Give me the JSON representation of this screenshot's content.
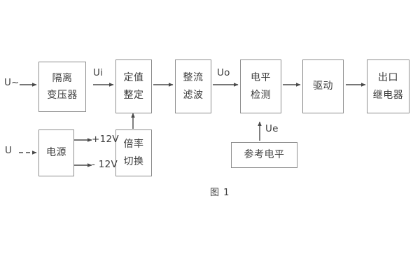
{
  "figure": {
    "caption": "图 1",
    "colors": {
      "background": "#ffffff",
      "box_border": "#8c8c8c",
      "text": "#3c3c3c",
      "wire": "#4a4a4a"
    }
  },
  "blocks": {
    "isolation_transformer": {
      "line1": "隔离",
      "line2": "变压器"
    },
    "setting_value": {
      "line1": "定值",
      "line2": "整定"
    },
    "rectify_filter": {
      "line1": "整流",
      "line2": "滤波"
    },
    "level_detect": {
      "line1": "电平",
      "line2": "检测"
    },
    "drive": {
      "line1": "驱动"
    },
    "output_relay": {
      "line1": "出口",
      "line2": "继电器"
    },
    "power_supply": {
      "line1": "电源"
    },
    "multiplier_switch": {
      "line1": "倍率",
      "line2": "切换"
    },
    "reference_level": {
      "line1": "参考电平"
    }
  },
  "signals": {
    "input_ac": "U~",
    "input_dc": "U",
    "ui": "Ui",
    "uo": "Uo",
    "ue": "Ue",
    "rail_pos": "+12V",
    "rail_neg": "- 12V"
  }
}
